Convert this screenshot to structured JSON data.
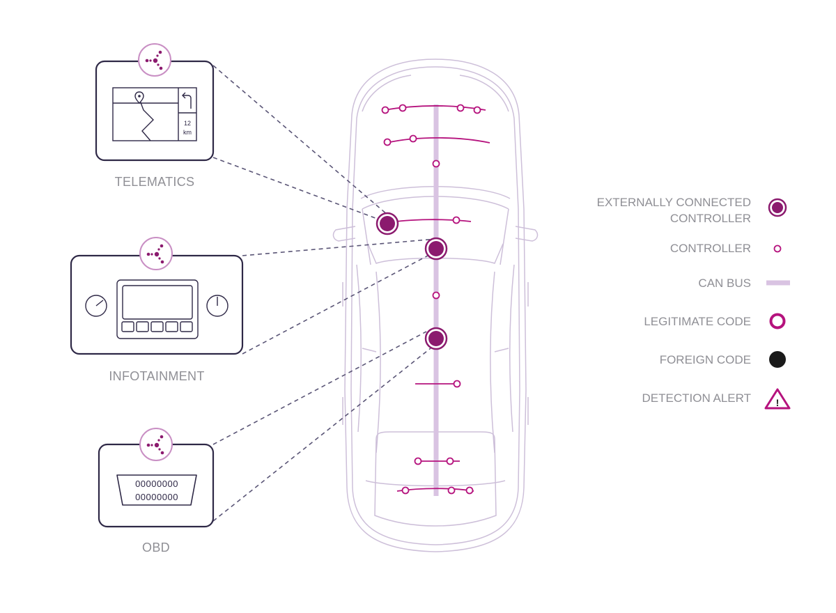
{
  "ecus": [
    {
      "id": "telematics",
      "label": "TELEMATICS",
      "distance_value": "12",
      "distance_unit": "km"
    },
    {
      "id": "infotainment",
      "label": "INFOTAINMENT"
    },
    {
      "id": "obd",
      "label": "OBD",
      "pins_row1": "00000000",
      "pins_row2": "00000000"
    }
  ],
  "legend": [
    {
      "id": "ext",
      "lines": [
        "EXTERNALLY CONNECTED",
        "CONTROLLER"
      ],
      "icon": "externally-connected-controller-icon"
    },
    {
      "id": "ctrl",
      "lines": [
        "CONTROLLER"
      ],
      "icon": "controller-icon"
    },
    {
      "id": "bus",
      "lines": [
        "CAN BUS"
      ],
      "icon": "can-bus-icon"
    },
    {
      "id": "legit",
      "lines": [
        "LEGITIMATE CODE"
      ],
      "icon": "legitimate-code-icon"
    },
    {
      "id": "foreign",
      "lines": [
        "FOREIGN CODE"
      ],
      "icon": "foreign-code-icon"
    },
    {
      "id": "alert",
      "lines": [
        "DETECTION ALERT"
      ],
      "icon": "detection-alert-icon",
      "symbol": "!"
    }
  ],
  "colors": {
    "magenta": "#b5127d",
    "purple_dark": "#8b1a6e",
    "lavender": "#d9c3e2",
    "car_outline": "#cdbfd9",
    "box_border": "#2e2846",
    "badge_border": "#c98fc4",
    "leader_line": "#5a5576",
    "label_gray": "#8f8f95",
    "foreign_black": "#1a1a1a"
  }
}
